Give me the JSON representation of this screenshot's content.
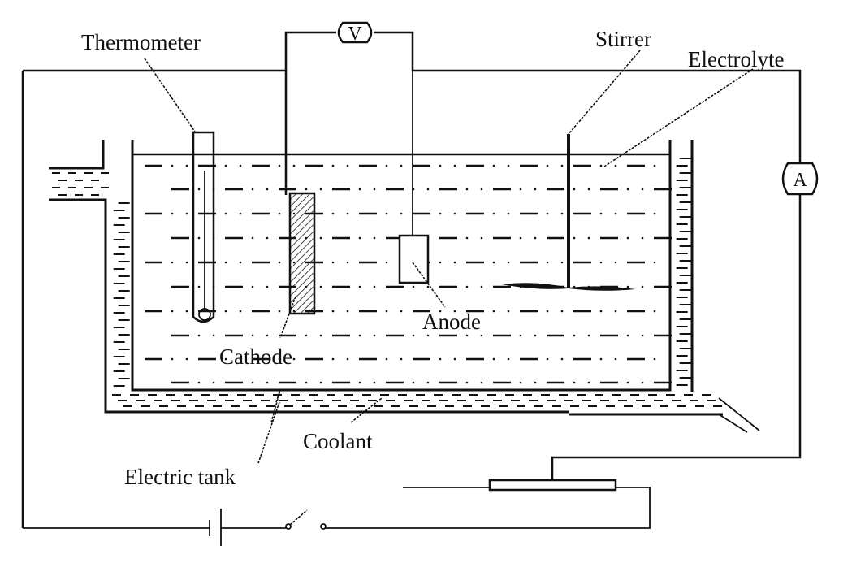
{
  "title": "Electrolytic cell with cooling bath and measuring circuit",
  "labels": {
    "thermometer": "Thermometer",
    "stirrer": "Stirrer",
    "electrolyte": "Electrolyte",
    "cathode": "Cathode",
    "anode": "Anode",
    "coolant": "Coolant",
    "electric_tank": "Electric tank"
  },
  "meters": {
    "voltmeter": "V",
    "ammeter": "A"
  },
  "components": [
    "thermometer",
    "voltmeter",
    "ammeter",
    "stirrer",
    "cathode",
    "anode",
    "electrolyte",
    "coolant",
    "electric-tank",
    "battery",
    "switch",
    "rheostat"
  ],
  "colors": {
    "line": "#111111",
    "background": "#ffffff"
  }
}
